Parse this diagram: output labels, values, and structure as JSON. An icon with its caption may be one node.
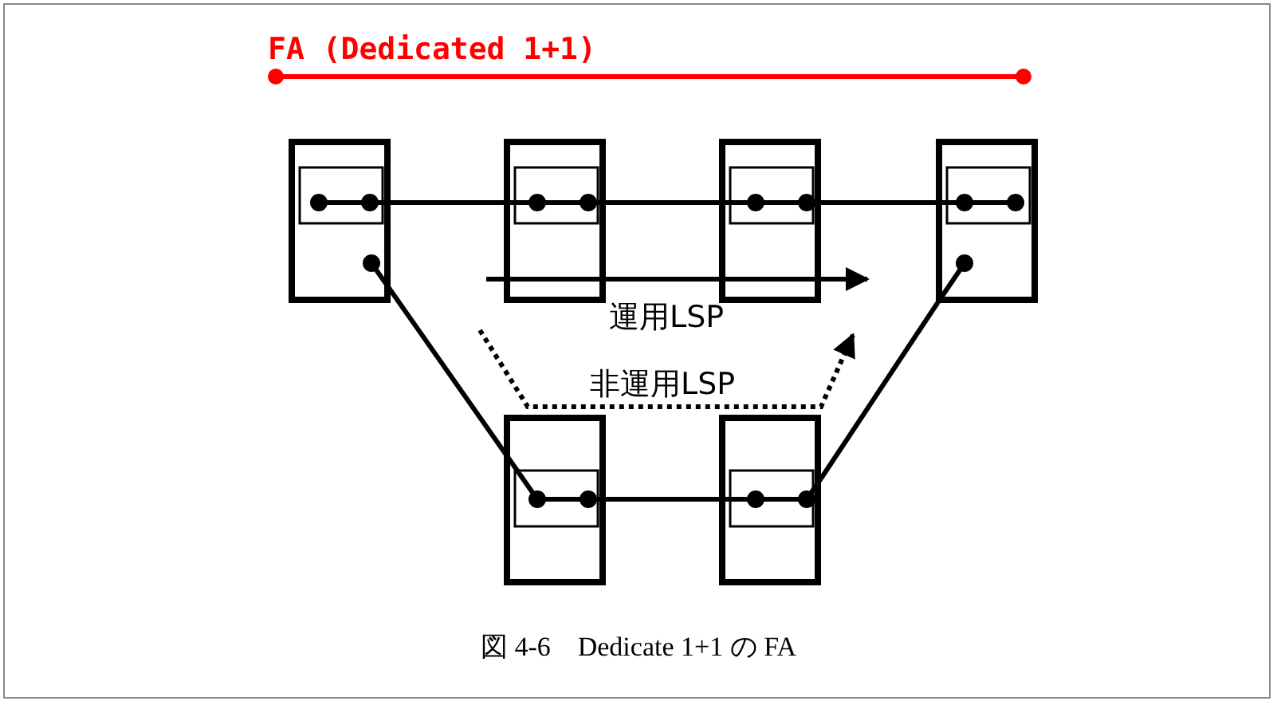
{
  "diagram": {
    "caption": "図 4-6　Dedicate 1+1 の FA",
    "nodes": [
      {
        "text": [],
        "shape": "box"
      },
      {
        "text": [],
        "shape": "box"
      },
      {
        "text": [],
        "shape": "box"
      },
      {
        "text": [],
        "shape": "box"
      },
      {
        "text": [],
        "shape": "box"
      },
      {
        "text": [],
        "shape": "box"
      }
    ],
    "edges": [
      {
        "from": 0,
        "to": 1,
        "arrow": "none"
      },
      {
        "from": 1,
        "to": 2,
        "arrow": "none"
      },
      {
        "from": 2,
        "to": 3,
        "arrow": "none"
      },
      {
        "from": 0,
        "to": 4,
        "arrow": "none"
      },
      {
        "from": 4,
        "to": 5,
        "arrow": "none"
      },
      {
        "from": 5,
        "to": 3,
        "arrow": "none"
      }
    ],
    "labels": [
      "FA (Dedicated 1+1)",
      "運用LSP",
      "非運用LSP"
    ]
  }
}
